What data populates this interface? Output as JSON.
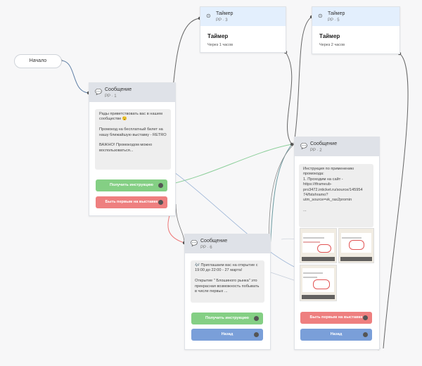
{
  "start": {
    "label": "Начало"
  },
  "timers": [
    {
      "title": "Таймер",
      "sub": "PP · 3",
      "body_title": "Таймер",
      "body_sub": "Через 1 часов"
    },
    {
      "title": "Таймер",
      "sub": "PP · 5",
      "body_title": "Таймер",
      "body_sub": "Через 2 часов"
    }
  ],
  "message1": {
    "title": "Сообщение",
    "sub": "PP · 1",
    "text": "Рады приветствовать вас в нашем сообществе 😉\n\nПромокод на бесплатный билет на нашу ближайшую выставку - RETRO\n\nВАЖНО! Промокодом можно воспользоваться...",
    "buttons": [
      "Получить инструкцию",
      "Быть первым на выставке"
    ]
  },
  "message2": {
    "title": "Сообщение",
    "sub": "PP · 2",
    "text": "Инструкция по применению промокода:\n1. Проходим на сайт - https://tframeub-pro3472.inticket.ru/source/145954 74/fstshramo?utm_source=vk_ras2promin\n\n...",
    "buttons": [
      "Быть первым на выставке",
      "Назад"
    ]
  },
  "message6": {
    "title": "Сообщение",
    "sub": "PP · 6",
    "text": "🎶 Приглашаем вас на открытие с 19:00 до 22:00 - 27 марта!\n\nОткрытие \" Блошиного рынка\" это прекрасная возможность побывать в числе первых ...",
    "buttons": [
      "Получить инструкцию",
      "Назад"
    ]
  },
  "icons": {
    "message": "chat-bubble-icon",
    "timer": "clock-icon"
  },
  "colors": {
    "green": "#84cf84",
    "red": "#ee7f7f",
    "blue": "#7a9fd9",
    "wire": "#666666",
    "wire_green": "#8ccf9a",
    "wire_red": "#e77",
    "wire_teal": "#6a9aa0"
  }
}
